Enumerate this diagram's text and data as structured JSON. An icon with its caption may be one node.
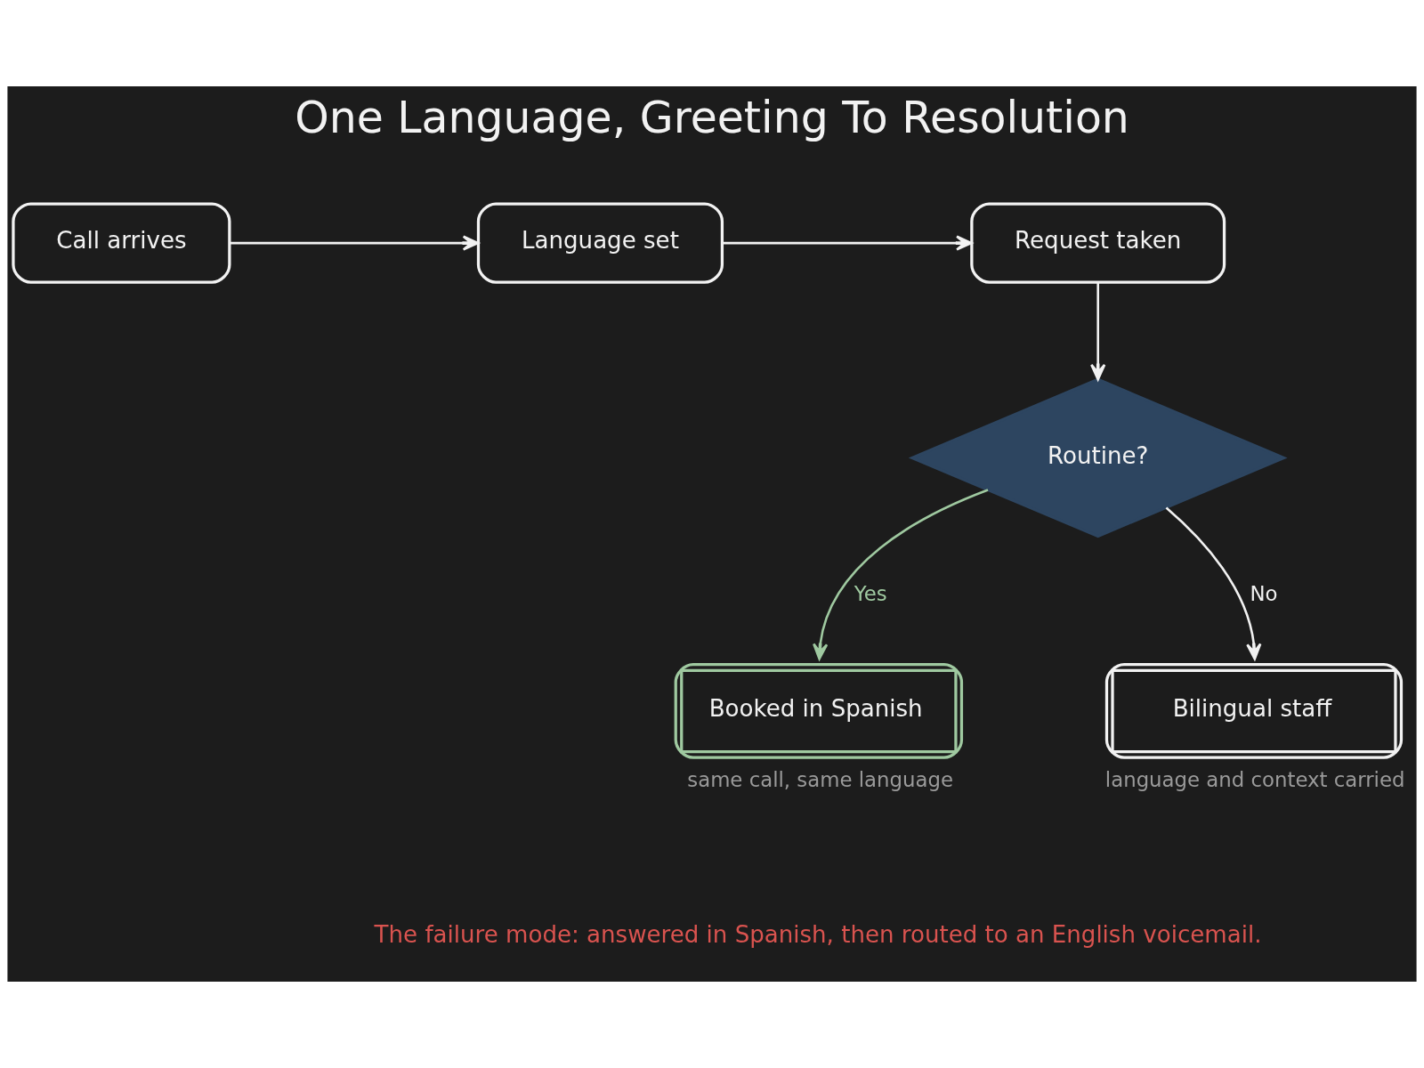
{
  "diagram": {
    "title": "One Language, Greeting To Resolution",
    "nodes": [
      {
        "text": [
          "Call arrives"
        ]
      },
      {
        "text": [
          "Language set"
        ]
      },
      {
        "text": [
          "Request taken"
        ]
      },
      {
        "text": [
          "Routine?"
        ]
      },
      {
        "text": [
          "Booked in Spanish"
        ],
        "beside": [
          "same call, same language"
        ]
      },
      {
        "text": [
          "Bilingual staff"
        ],
        "beside": [
          "language and context carried"
        ]
      }
    ],
    "edges": [
      {
        "from": 0,
        "to": 1,
        "arrow": "to"
      },
      {
        "from": 1,
        "to": 2,
        "arrow": "to"
      },
      {
        "from": 2,
        "to": 3,
        "arrow": "to"
      },
      {
        "from": 3,
        "to": 4,
        "arrow": "to",
        "label": "Yes",
        "color": "#9fc9a0"
      },
      {
        "from": 3,
        "to": 5,
        "arrow": "to",
        "label": "No"
      }
    ],
    "labels": [
      "The failure mode: answered in Spanish, then routed to an English voicemail."
    ]
  }
}
